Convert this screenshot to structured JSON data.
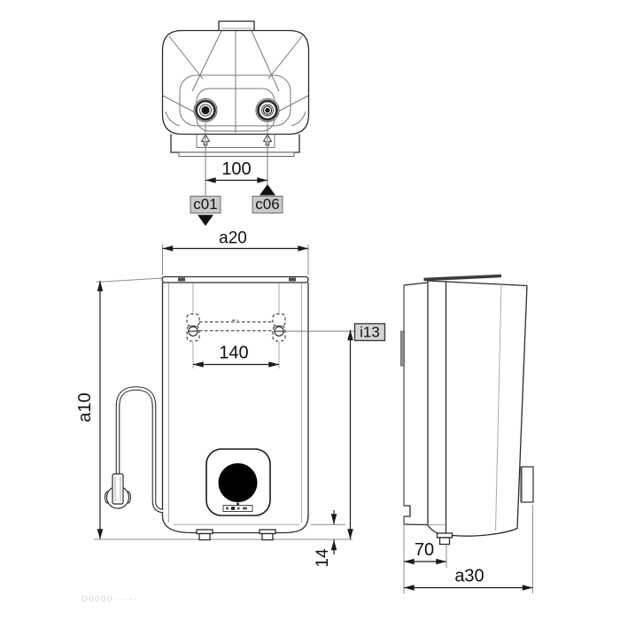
{
  "drawing": {
    "colors": {
      "line": "#2b2b2b",
      "thin_line": "#8c8c8c",
      "text": "#111111",
      "label_box_fill": "#c9c9c9",
      "label_box_border": "#707070",
      "callout_box_fill": "#d5d5d5",
      "knob": "#000000",
      "arrow": "#1a1a1a"
    },
    "dimensions": {
      "pipe_spacing": "100",
      "width": "a20",
      "height": "a10",
      "bracket_spacing": "140",
      "pipe_protrusion": "14",
      "wall_to_pipe_center": "70",
      "depth": "a30"
    },
    "callouts": {
      "cold_inlet": "c01",
      "hot_outlet": "c06",
      "bracket": "i13"
    },
    "stamp": "D0000······"
  }
}
